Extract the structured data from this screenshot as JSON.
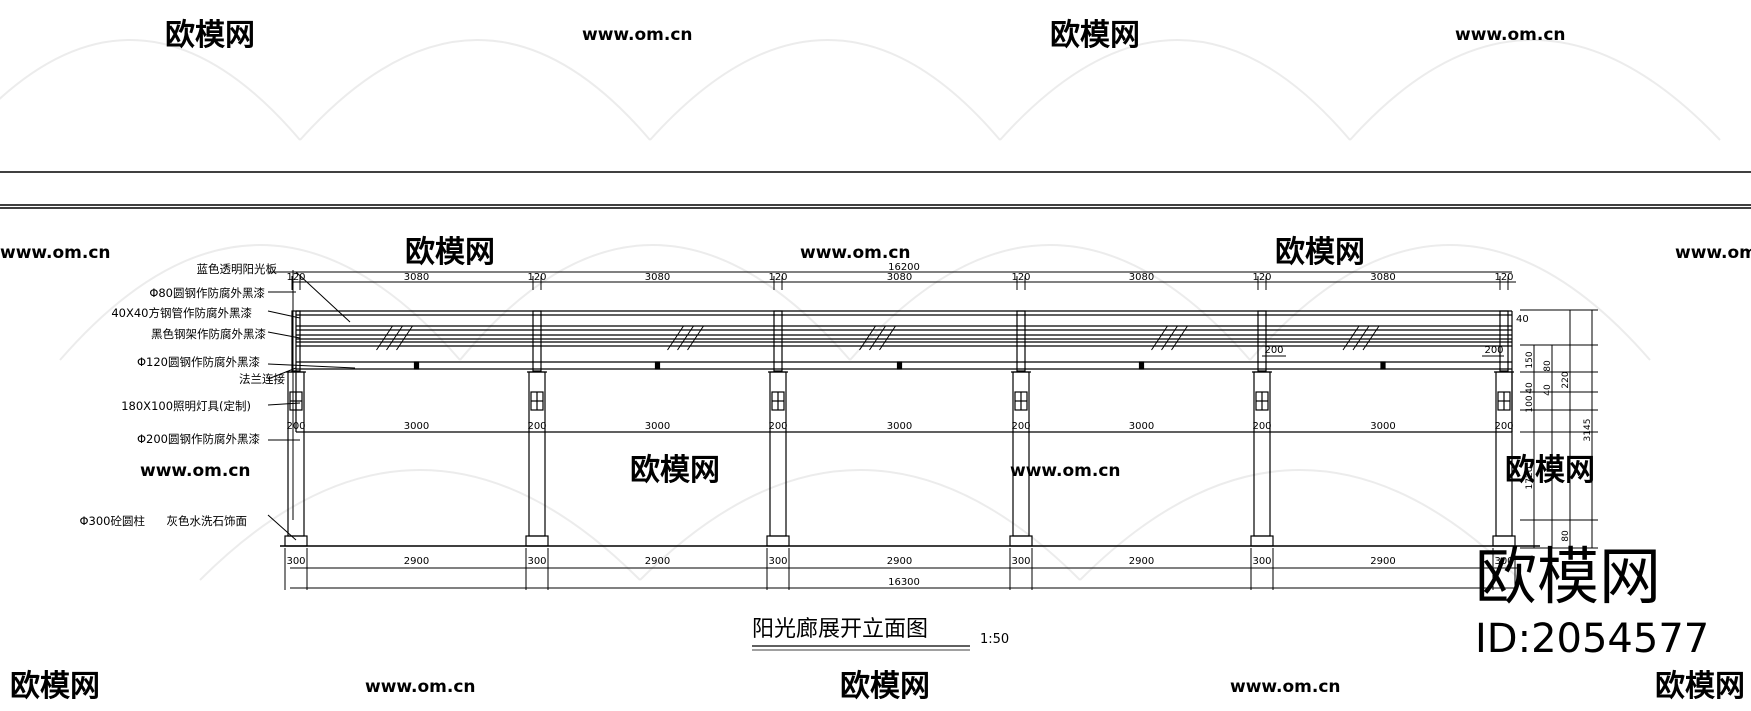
{
  "drawing": {
    "title": "阳光廊展开立面图",
    "scale": "1:50",
    "total_top": "16200",
    "total_bottom": "16300"
  },
  "labels": [
    "蓝色透明阳光板",
    "Φ80圆钢作防腐外黑漆",
    "40X40方钢管作防腐外黑漆",
    "黑色钢架作防腐外黑漆",
    "Φ120圆钢作防腐外黑漆",
    "法兰连接",
    "180X100照明灯具(定制)",
    "Φ200圆钢作防腐外黑漆",
    "Φ300砼圆柱",
    "灰色水洗石饰面"
  ],
  "dims": {
    "top_col": "120",
    "top_span": "3080",
    "mid_col": "200",
    "mid_span": "3000",
    "bot_col": "300",
    "bot_span": "2900",
    "beam_200": "200",
    "right_40": "40",
    "right_v": [
      "40",
      "150",
      "40",
      "80",
      "100",
      "1720",
      "220",
      "80",
      "3145"
    ]
  },
  "watermark": {
    "brand": "欧模网",
    "site": "www.om.cn",
    "id": "ID:2054577"
  }
}
